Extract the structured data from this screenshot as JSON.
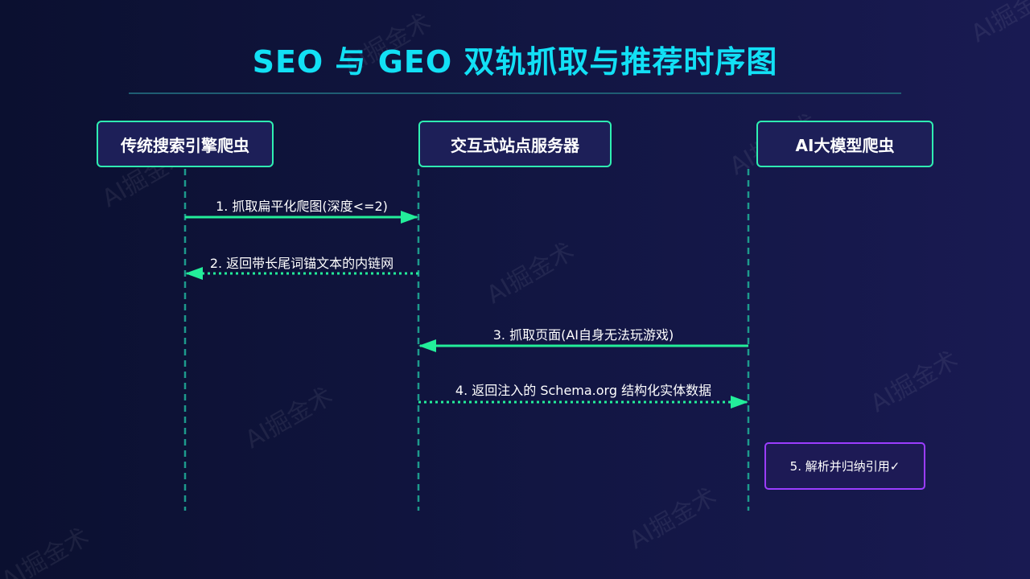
{
  "title": "SEO 与 GEO 双轨抓取与推荐时序图",
  "actors": {
    "seo_crawler": "传统搜索引擎爬虫",
    "server": "交互式站点服务器",
    "ai_crawler": "AI大模型爬虫"
  },
  "messages": [
    {
      "label": "1. 抓取扁平化爬图(深度<=2)",
      "from": "seo_crawler",
      "to": "server",
      "style": "solid"
    },
    {
      "label": "2. 返回带长尾词锚文本的内链网",
      "from": "server",
      "to": "seo_crawler",
      "style": "dotted"
    },
    {
      "label": "3. 抓取页面(AI自身无法玩游戏)",
      "from": "ai_crawler",
      "to": "server",
      "style": "solid"
    },
    {
      "label": "4. 返回注入的 Schema.org 结构化实体数据",
      "from": "server",
      "to": "ai_crawler",
      "style": "dotted"
    }
  ],
  "note": "5. 解析并归纳引用✓",
  "watermark": "AI掘金术",
  "colors": {
    "title": "#12e0f5",
    "actor_border": "#2ff0b2",
    "arrow": "#23ee9a",
    "lifeline": "#1d9a8c",
    "note_border": "#9b3dff"
  }
}
